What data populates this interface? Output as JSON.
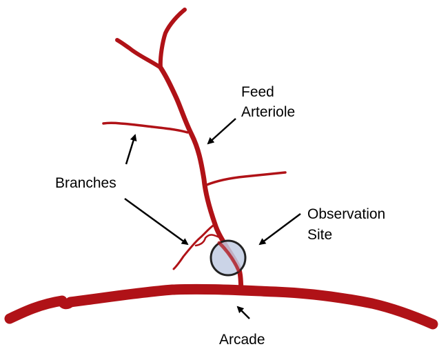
{
  "labels": {
    "feed_line1": "Feed",
    "feed_line2": "Arteriole",
    "branches": "Branches",
    "observation_line1": "Observation",
    "observation_line2": "Site",
    "arcade": "Arcade"
  },
  "colors": {
    "vessel": "#b01217",
    "arrow": "#000000",
    "observation_fill": "#c2cde3",
    "observation_stroke": "#222222",
    "background": "#ffffff"
  }
}
